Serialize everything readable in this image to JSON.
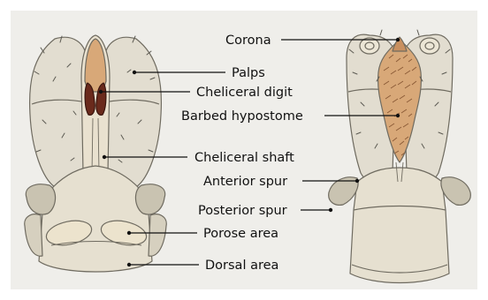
{
  "colors": {
    "panel": "#efeeea",
    "palp": "#e2ddd0",
    "body": "#e6e0d0",
    "outline": "#6f6b60",
    "rim": "#c9c3b1",
    "hypostome": "#d8a878",
    "digit": "#6a2a1c",
    "line": "#111111"
  },
  "labels": {
    "corona": "Corona",
    "palps": "Palps",
    "cheliceral_digit": "Cheliceral digit",
    "barbed_hypostome": "Barbed hypostome",
    "cheliceral_shaft": "Cheliceral shaft",
    "anterior_spur": "Anterior spur",
    "posterior_spur": "Posterior spur",
    "porose_area": "Porose area",
    "dorsal_area": "Dorsal area"
  }
}
